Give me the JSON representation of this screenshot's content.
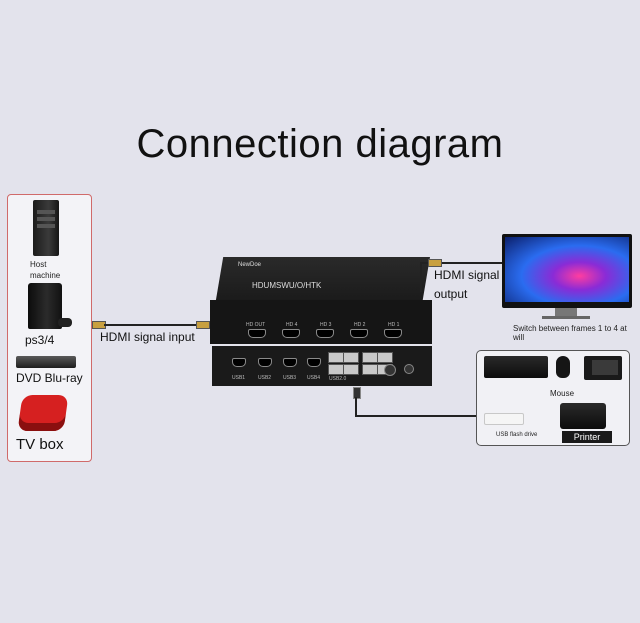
{
  "title": "Connection diagram",
  "sources": {
    "host": "Host\nmachine",
    "ps": "ps3/4",
    "dvd": "DVD Blu-ray",
    "tvbox": "TV box"
  },
  "hdmi_input": "HDMI signal input",
  "hdmi_output_line1": "HDMI signal",
  "hdmi_output_line2": "output",
  "monitor_caption_line1": "Switch between frames 1 to 4 at",
  "monitor_caption_line2": "will",
  "peripherals": {
    "mouse": "Mouse",
    "usb": "USB flash drive",
    "printer": "Printer"
  },
  "kvm": {
    "brand": "NewDoe",
    "model": "HDUMSWU/O/HTK",
    "ports_front": [
      "HD OUT",
      "HD 4",
      "HD 3",
      "HD 2",
      "HD 1"
    ],
    "ports_back": [
      "USB1",
      "USB2",
      "USB3",
      "USB4",
      "USB2.0"
    ]
  }
}
